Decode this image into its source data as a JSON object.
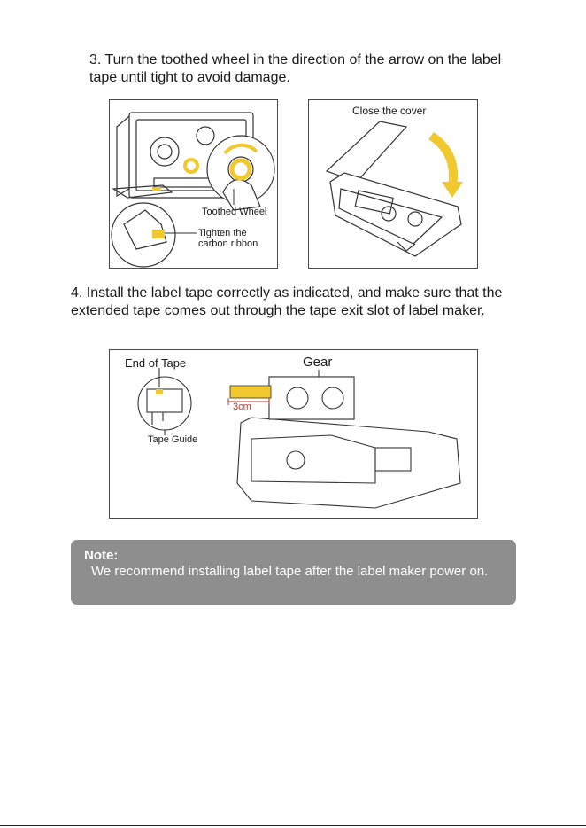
{
  "steps": {
    "step3": "3. Turn the toothed wheel in the direction of the arrow on the label tape until tight to avoid damage.",
    "step4": "4. Install the label tape correctly as indicated, and make sure that the extended tape comes out through the tape exit slot of label maker."
  },
  "figure1": {
    "toothed_wheel": "Toothed Wheel",
    "tighten_line1": "Tighten the",
    "tighten_line2": "carbon ribbon"
  },
  "figure2": {
    "caption": "Close the cover"
  },
  "figure3": {
    "end_of_tape": "End of Tape",
    "gear": "Gear",
    "distance": "3cm",
    "tape_guide": "Tape Guide"
  },
  "note": {
    "title": "Note:",
    "body": "We recommend installing label tape after the label maker power on."
  },
  "colors": {
    "tape_yellow": "#f2c82f",
    "measure_red": "#c0392b",
    "note_bg": "#8e8e8e"
  }
}
